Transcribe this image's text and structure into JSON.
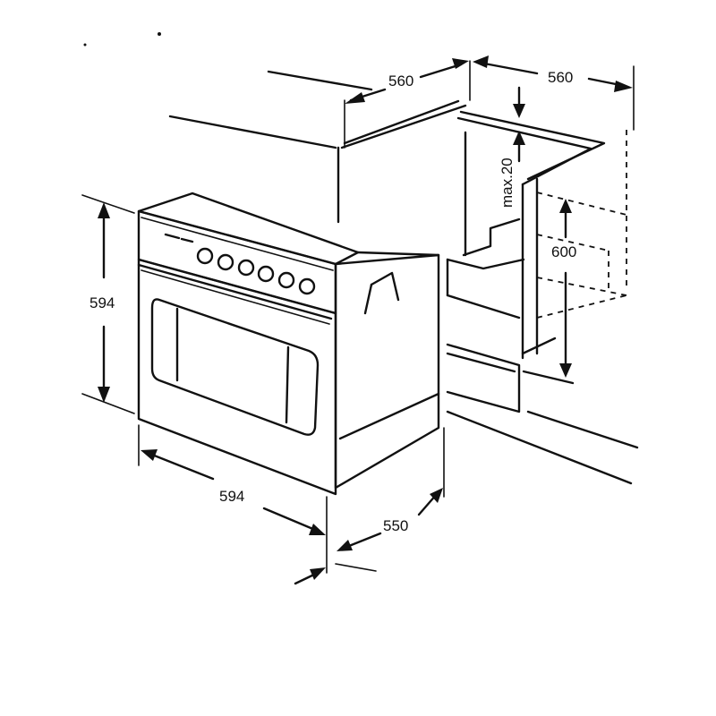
{
  "dimensions": {
    "cabinet_width_left": "560",
    "cabinet_width_right": "560",
    "top_gap": "max.20",
    "cabinet_height": "600",
    "oven_height": "594",
    "oven_width": "594",
    "oven_depth": "550"
  },
  "colors": {
    "line": "#111111",
    "background": "#ffffff"
  }
}
